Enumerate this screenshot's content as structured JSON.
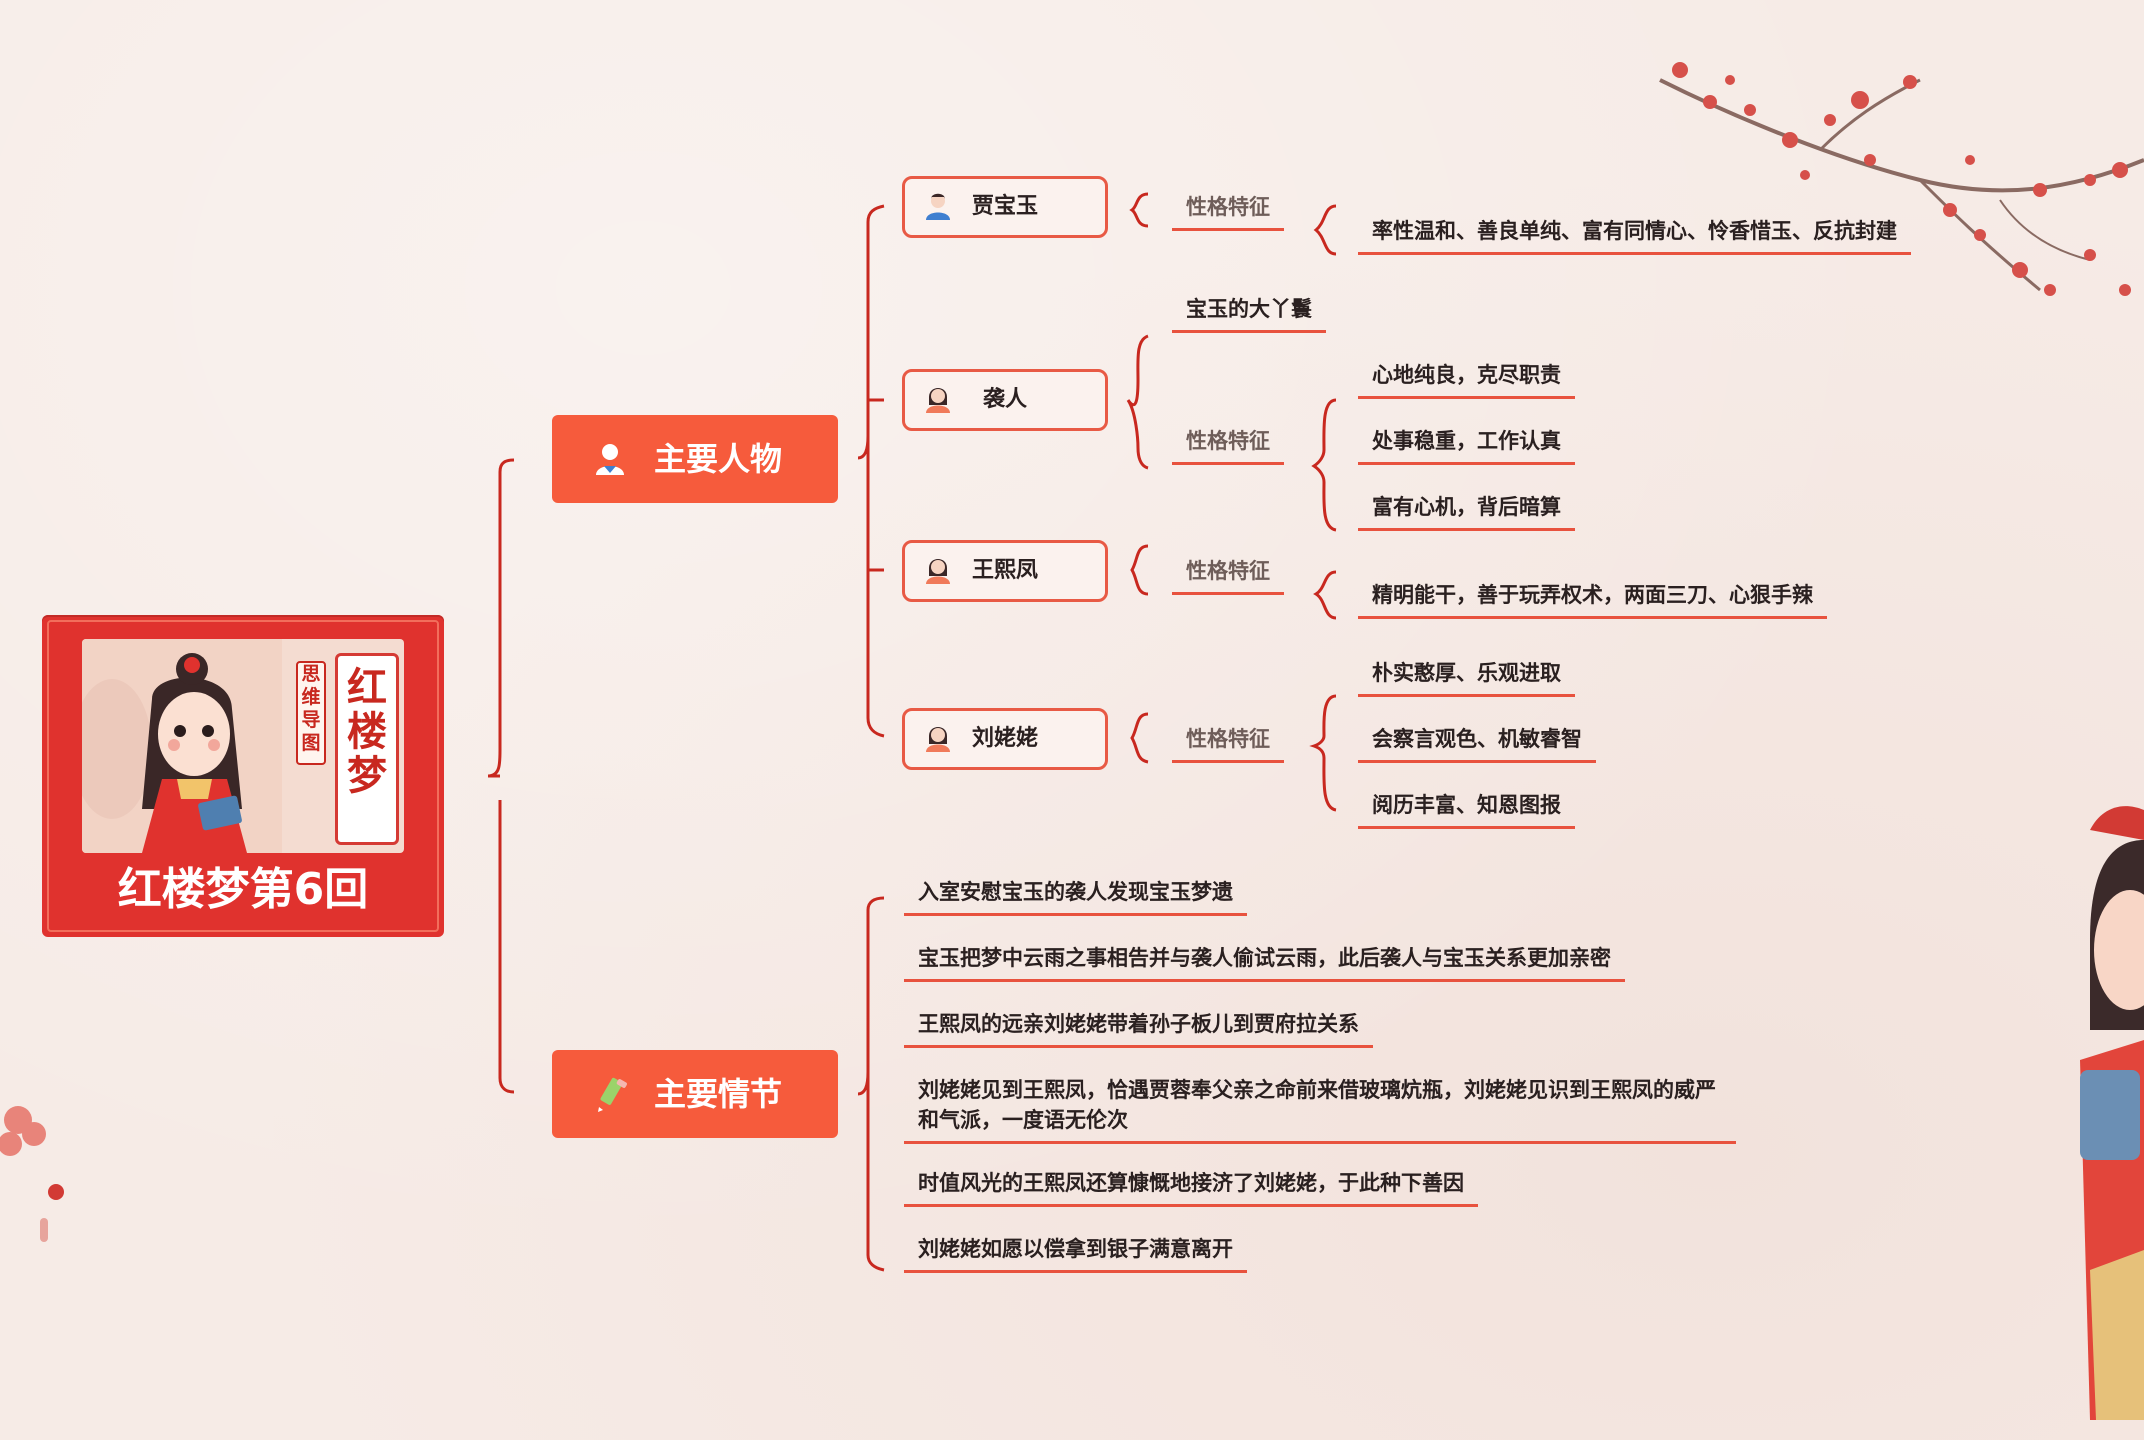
{
  "root": {
    "title": "红楼梦第6回",
    "cover": {
      "book_title": [
        "红",
        "楼",
        "梦"
      ],
      "tag": [
        "思",
        "维",
        "导",
        "图"
      ]
    }
  },
  "branches": {
    "characters": {
      "label": "主要人物",
      "icon": "person-icon",
      "people": [
        {
          "name": "贾宝玉",
          "icon": "male-avatar-icon",
          "trait_label": "性格特征",
          "traits": [
            "率性温和、善良单纯、富有同情心、怜香惜玉、反抗封建"
          ]
        },
        {
          "name": "袭人",
          "icon": "female-avatar-icon",
          "note": "宝玉的大丫鬟",
          "trait_label": "性格特征",
          "traits": [
            "心地纯良，克尽职责",
            "处事稳重，工作认真",
            "富有心机，背后暗算"
          ]
        },
        {
          "name": "王熙凤",
          "icon": "female-avatar-icon",
          "trait_label": "性格特征",
          "traits": [
            "精明能干，善于玩弄权术，两面三刀、心狠手辣"
          ]
        },
        {
          "name": "刘姥姥",
          "icon": "female-avatar-icon",
          "trait_label": "性格特征",
          "traits": [
            "朴实憨厚、乐观进取",
            "会察言观色、机敏睿智",
            "阅历丰富、知恩图报"
          ]
        }
      ]
    },
    "plot": {
      "label": "主要情节",
      "icon": "pencil-icon",
      "events": [
        "入室安慰宝玉的袭人发现宝玉梦遗",
        "宝玉把梦中云雨之事相告并与袭人偷试云雨，此后袭人与宝玉关系更加亲密",
        "王熙凤的远亲刘姥姥带着孙子板儿到贾府拉关系",
        "刘姥姥见到王熙凤，恰遇贾蓉奉父亲之命前来借玻璃炕瓶，刘姥姥见识到王熙凤的威严和气派，一度语无伦次",
        "时值风光的王熙凤还算慷慨地接济了刘姥姥，于此种下善因",
        "刘姥姥如愿以偿拿到银子满意离开"
      ]
    }
  },
  "colors": {
    "accent": "#f65b3c",
    "root": "#e0322e",
    "line": "#c8281f",
    "underline": "#e8523e"
  }
}
